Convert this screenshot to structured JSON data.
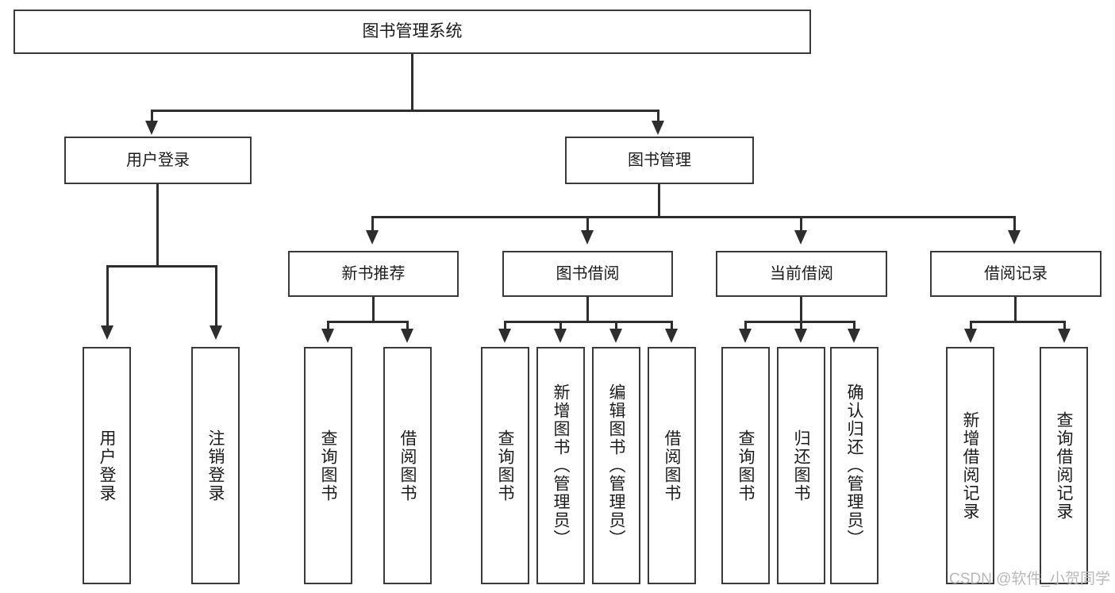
{
  "diagram": {
    "title": "图书管理系统",
    "type": "tree-hierarchy",
    "root": {
      "id": "root",
      "label": "图书管理系统"
    },
    "level2": [
      {
        "id": "user-login",
        "label": "用户登录"
      },
      {
        "id": "book-manage",
        "label": "图书管理"
      }
    ],
    "level3": [
      {
        "id": "new-book-recommend",
        "label": "新书推荐",
        "parent": "book-manage"
      },
      {
        "id": "book-borrow",
        "label": "图书借阅",
        "parent": "book-manage"
      },
      {
        "id": "current-borrow",
        "label": "当前借阅",
        "parent": "book-manage"
      },
      {
        "id": "borrow-record",
        "label": "借阅记录",
        "parent": "book-manage"
      }
    ],
    "leaves": {
      "user_login": [
        {
          "id": "leaf-user-login",
          "label": "用户登录"
        },
        {
          "id": "leaf-user-logout",
          "label": "注销登录"
        }
      ],
      "new_book_recommend": [
        {
          "id": "leaf-query-book-1",
          "label": "查询图书"
        },
        {
          "id": "leaf-borrow-book-1",
          "label": "借阅图书"
        }
      ],
      "book_borrow": [
        {
          "id": "leaf-query-book-2",
          "label": "查询图书"
        },
        {
          "id": "leaf-add-book",
          "label": "新增图书（管理员）"
        },
        {
          "id": "leaf-edit-book",
          "label": "编辑图书（管理员）"
        },
        {
          "id": "leaf-borrow-book-2",
          "label": "借阅图书"
        }
      ],
      "current_borrow": [
        {
          "id": "leaf-query-book-3",
          "label": "查询图书"
        },
        {
          "id": "leaf-return-book",
          "label": "归还图书"
        },
        {
          "id": "leaf-confirm-return",
          "label": "确认归还（管理员）"
        }
      ],
      "borrow_record": [
        {
          "id": "leaf-add-record",
          "label": "新增借阅记录"
        },
        {
          "id": "leaf-query-record",
          "label": "查询借阅记录"
        }
      ]
    }
  },
  "watermark": {
    "text": "CSDN @软件_小贺同学"
  },
  "colors": {
    "box_border": "#3a3a3a",
    "connector": "#2e2e2e",
    "text": "#1c1c1c",
    "background": "#ffffff",
    "watermark": "#b9b9b9"
  }
}
